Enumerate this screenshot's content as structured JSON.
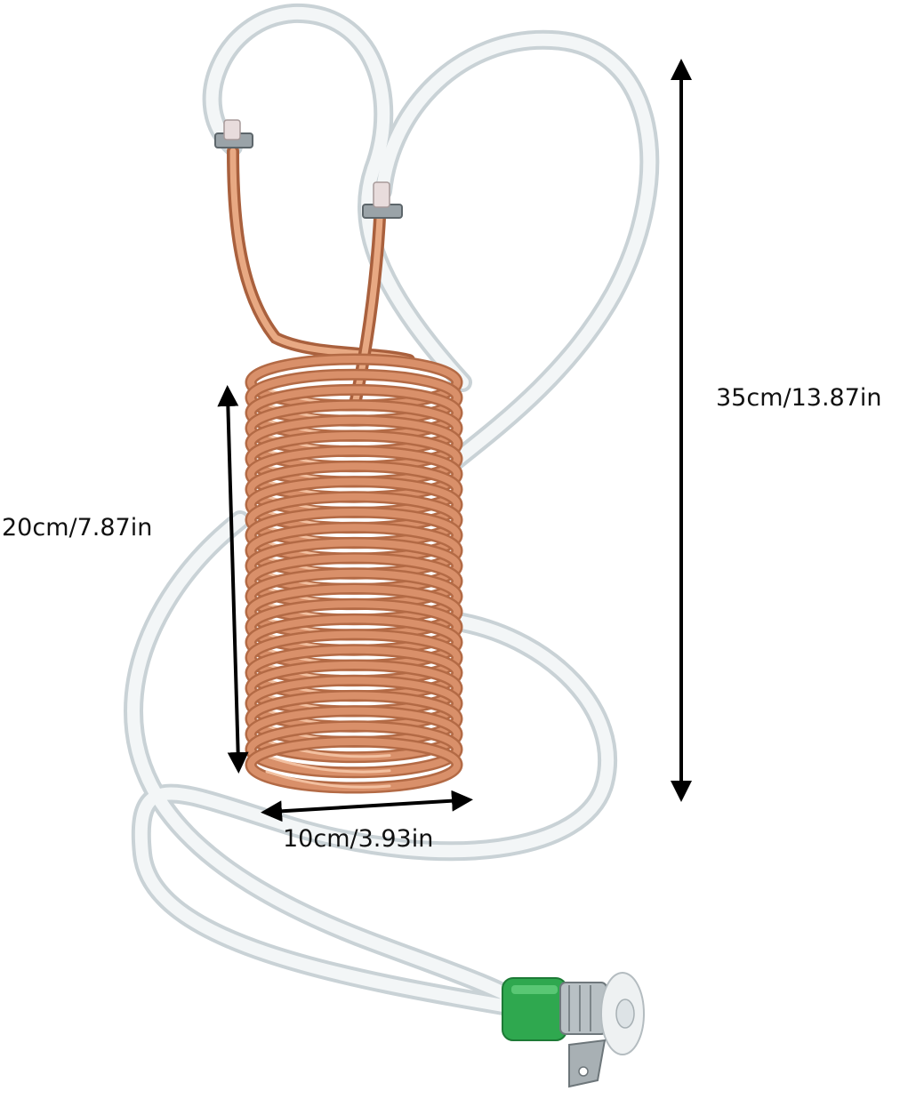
{
  "dimensions": {
    "total_height": "35cm/13.87in",
    "coil_height": "20cm/7.87in",
    "coil_diameter": "10cm/3.93in"
  },
  "colors": {
    "copper": "#d9906a",
    "copper_dark": "#b36a45",
    "copper_light": "#f2c0a0",
    "tube": "#e9eef0",
    "tube_edge": "#c9d2d6",
    "connector_green": "#2fa84f",
    "arrow": "#000000"
  }
}
